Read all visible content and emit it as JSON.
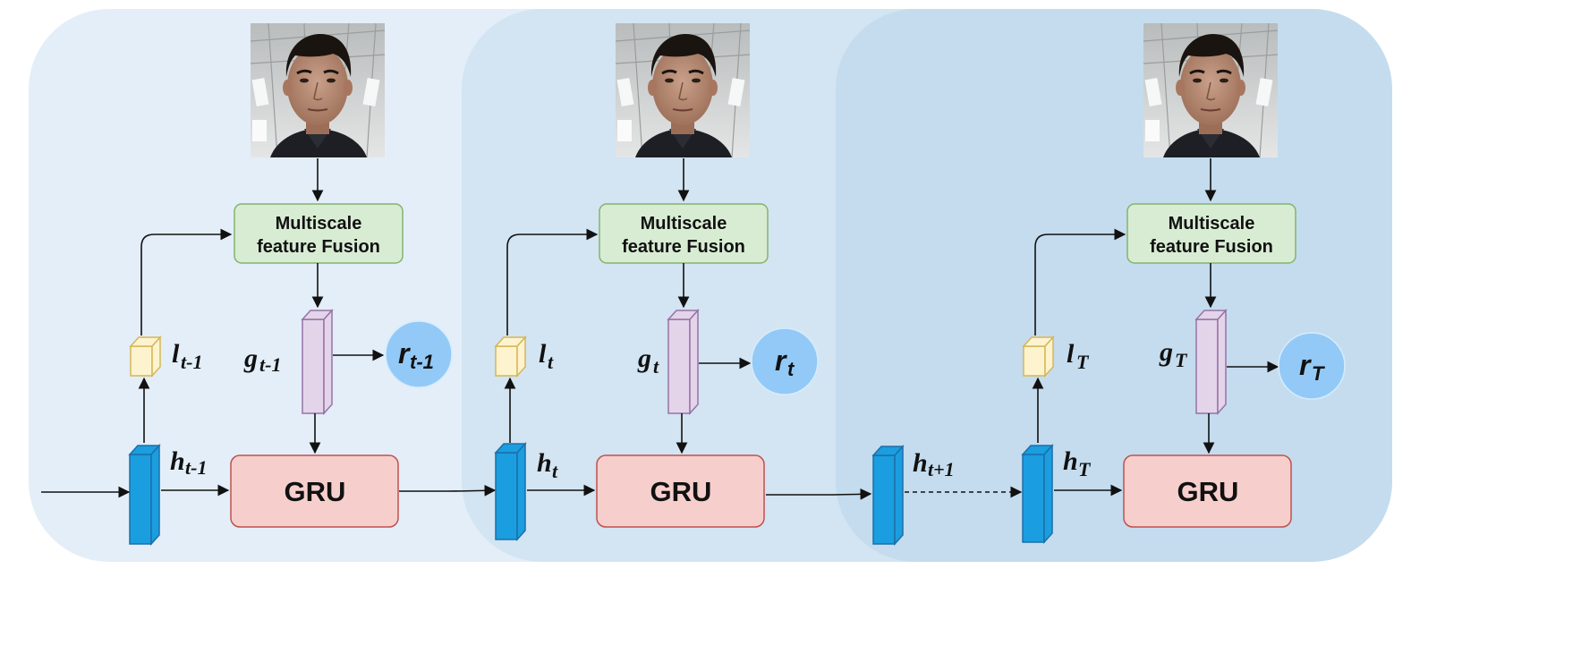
{
  "stages": [
    {
      "fusion_line1": "Multiscale",
      "fusion_line2": "feature Fusion",
      "gru": "GRU",
      "l": {
        "base": "l",
        "sub": "t-1"
      },
      "g": {
        "base": "g",
        "sub": "t-1"
      },
      "r": {
        "base": "r",
        "sub": "t-1"
      },
      "h": {
        "base": "h",
        "sub": "t-1"
      }
    },
    {
      "fusion_line1": "Multiscale",
      "fusion_line2": "feature Fusion",
      "gru": "GRU",
      "l": {
        "base": "l",
        "sub": "t"
      },
      "g": {
        "base": "g",
        "sub": "t"
      },
      "r": {
        "base": "r",
        "sub": "t"
      },
      "h": {
        "base": "h",
        "sub": "t"
      }
    },
    {
      "fusion_line1": "Multiscale",
      "fusion_line2": "feature Fusion",
      "gru": "GRU",
      "l": {
        "base": "l",
        "sub": "T"
      },
      "g": {
        "base": "g",
        "sub": "T"
      },
      "r": {
        "base": "r",
        "sub": "T"
      },
      "h": {
        "base": "h",
        "sub": "T"
      }
    }
  ],
  "intermediate_h": {
    "base": "h",
    "sub": "t+1"
  },
  "colors": {
    "panel1": "#e3eef8",
    "panel2": "#d3e4f2",
    "panel3": "#c4dcee",
    "fusion_fill": "#d8ecd3",
    "fusion_stroke": "#82b36e",
    "gru_fill": "#f6cfcd",
    "gru_stroke": "#c0504d",
    "hidden_fill": "#1a9ee0",
    "hidden_stroke": "#1d6ea8",
    "g_fill": "#e4d4ea",
    "g_stroke": "#9673a6",
    "l_fill": "#fdf3cf",
    "l_stroke": "#d6b656",
    "r_fill": "#92c9f7"
  },
  "icons": [
    "face-photo",
    "arrow"
  ]
}
